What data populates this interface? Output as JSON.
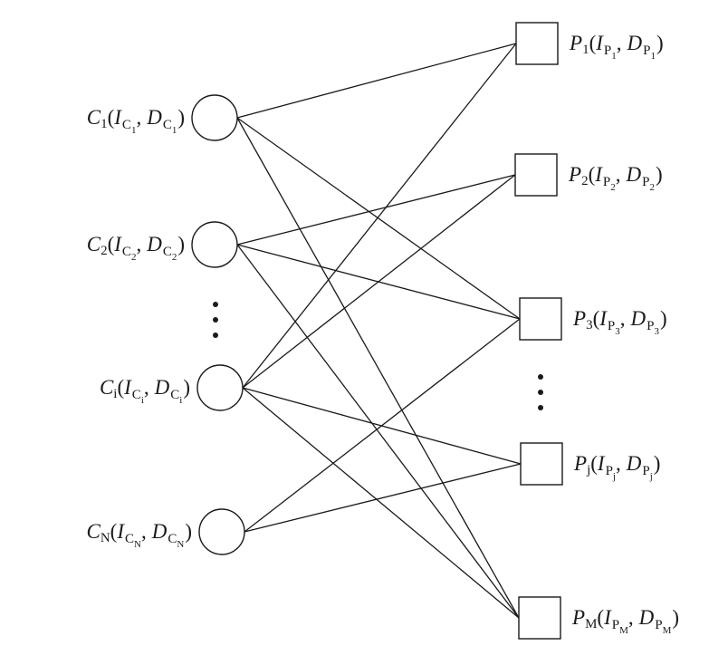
{
  "diagram": {
    "consumers": [
      {
        "id": "C1",
        "letter": "C",
        "index": "1"
      },
      {
        "id": "C2",
        "letter": "C",
        "index": "2"
      },
      {
        "id": "Ci",
        "letter": "C",
        "index": "i"
      },
      {
        "id": "CN",
        "letter": "C",
        "index": "N"
      }
    ],
    "providers": [
      {
        "id": "P1",
        "letter": "P",
        "index": "1"
      },
      {
        "id": "P2",
        "letter": "P",
        "index": "2"
      },
      {
        "id": "P3",
        "letter": "P",
        "index": "3"
      },
      {
        "id": "Pj",
        "letter": "P",
        "index": "j"
      },
      {
        "id": "PM",
        "letter": "P",
        "index": "M"
      }
    ],
    "label_parts": {
      "open": "(",
      "I": "I",
      "comma": ",",
      "D": "D",
      "close": ")"
    },
    "edges": [
      [
        "C1",
        "P1"
      ],
      [
        "C1",
        "P3"
      ],
      [
        "C1",
        "PM"
      ],
      [
        "C2",
        "P2"
      ],
      [
        "C2",
        "P3"
      ],
      [
        "C2",
        "PM"
      ],
      [
        "Ci",
        "P1"
      ],
      [
        "Ci",
        "P2"
      ],
      [
        "Ci",
        "Pj"
      ],
      [
        "Ci",
        "PM"
      ],
      [
        "CN",
        "P3"
      ],
      [
        "CN",
        "Pj"
      ]
    ],
    "colors": {
      "stroke": "#1a1a1a",
      "background": "#ffffff"
    }
  }
}
